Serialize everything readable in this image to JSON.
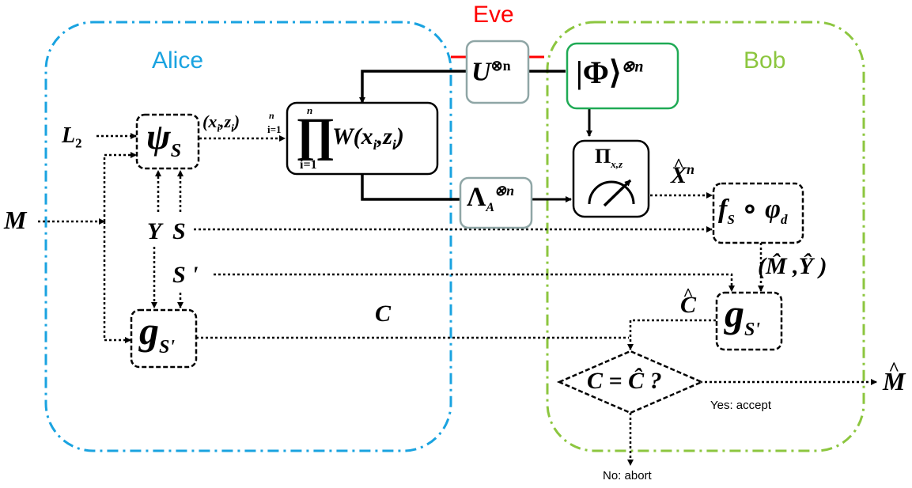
{
  "parties": {
    "alice": "Alice",
    "bob": "Bob",
    "eve": "Eve"
  },
  "colors": {
    "alice": "#1aa3e0",
    "bob": "#8cc63f",
    "eve": "#ff0000",
    "gray_box": "#8fa6a6",
    "green_box": "#1faa55"
  },
  "nodes": {
    "psi": {
      "sym": "ψ",
      "sub": "S"
    },
    "w": {
      "prod": "∏",
      "top": "n",
      "bottom": "i=1",
      "body": "W(x",
      "i1": "i",
      "mid": ",z",
      "i2": "i",
      "close": ")"
    },
    "u": {
      "sym": "U",
      "sup": "⊗n"
    },
    "phi": {
      "sym": "|Φ⟩",
      "sup": "⊗n"
    },
    "lambda": {
      "sym": "Λ",
      "sub": "A",
      "sup": "⊗n"
    },
    "pi": {
      "sym": "Π",
      "sub": "x,z"
    },
    "fs": {
      "f": "f",
      "fsub": "S",
      "op": "∘",
      "phi": "φ",
      "phisub": "d"
    },
    "g_alice": {
      "sym": "g",
      "sub": "S'"
    },
    "g_bob": {
      "sym": "g",
      "sub": "S'"
    },
    "check": {
      "text": "C = Ĉ ?"
    }
  },
  "labels": {
    "l2": "L",
    "l2_sub": "2",
    "m": "M",
    "xz_seq": "(x",
    "xz_i1": "i",
    "xz_mid": ",z",
    "xz_i2": "i",
    "xz_close": ")",
    "xz_sup": "n",
    "xz_sub": "i=1",
    "y": "Y",
    "s": "S",
    "s_prime": "S '",
    "c": "C",
    "x_hat": "X",
    "x_hat_sup": "n",
    "mhat_yhat": "(M̂ ,Ŷ )",
    "c_hat": "C",
    "m_hat_out": "M"
  },
  "notes": {
    "yes": "Yes: accept",
    "no": "No: abort"
  }
}
